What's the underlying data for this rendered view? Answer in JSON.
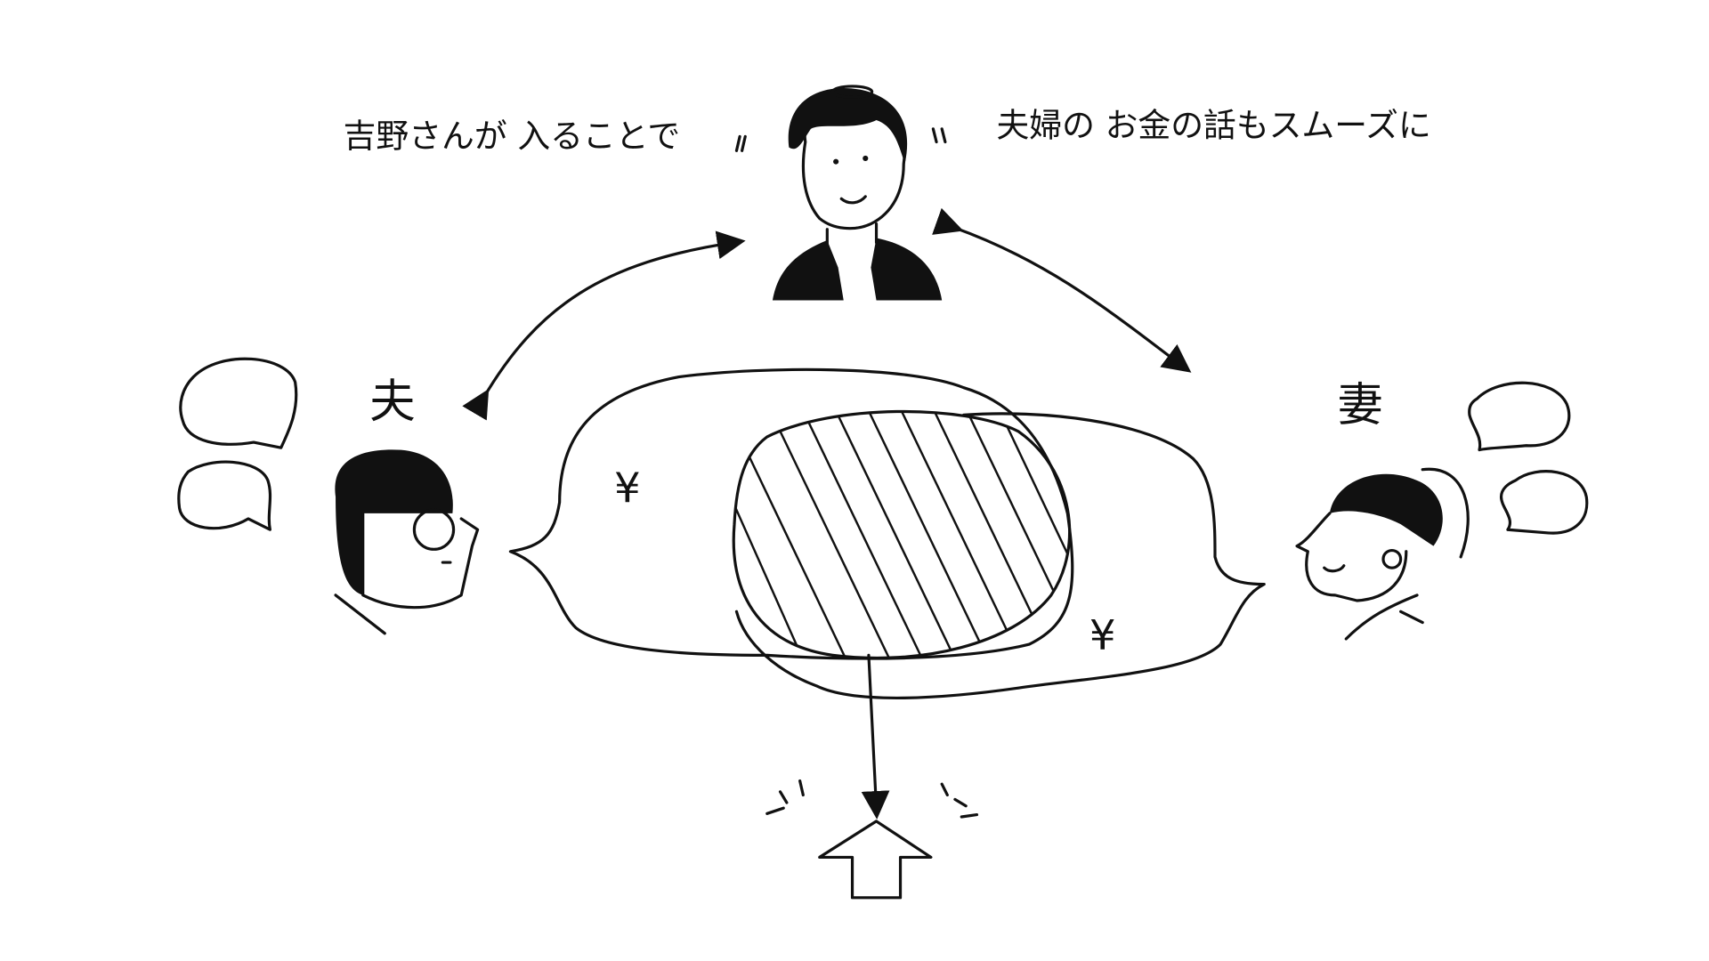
{
  "caption": {
    "left": "吉野さんが 入ることで",
    "right": "夫婦の お金の話もスムーズに"
  },
  "labels": {
    "husband": "夫",
    "wife": "妻",
    "yen_husband": "¥",
    "yen_wife": "¥"
  },
  "colors": {
    "ink": "#111111",
    "background": "#ffffff"
  }
}
